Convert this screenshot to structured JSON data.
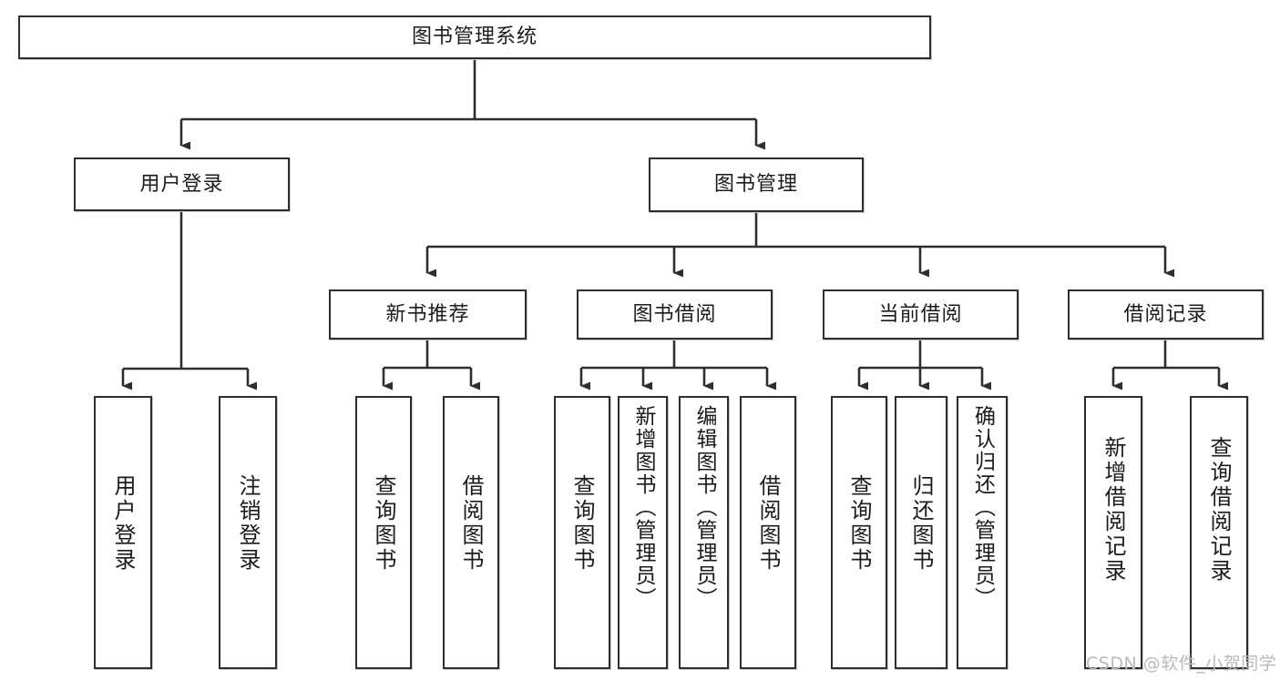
{
  "diagram": {
    "title": "图书管理系统",
    "type": "tree",
    "colors": {
      "box_border": "#2e2e2e",
      "box_fill": "#ffffff",
      "connector": "#2e2e2e",
      "text": "#1b1b1b",
      "watermark": "#b9b9b9"
    },
    "root": {
      "label": "图书管理系统"
    },
    "level2": [
      {
        "id": "user-login",
        "label": "用户登录"
      },
      {
        "id": "book-manage",
        "label": "图书管理"
      }
    ],
    "level3": [
      {
        "id": "new-book-recommend",
        "label": "新书推荐"
      },
      {
        "id": "book-borrow",
        "label": "图书借阅"
      },
      {
        "id": "current-borrow",
        "label": "当前借阅"
      },
      {
        "id": "borrow-record",
        "label": "借阅记录"
      }
    ],
    "leaves": [
      {
        "id": "leaf-user-login",
        "label": "用户登录",
        "parent": "user-login"
      },
      {
        "id": "leaf-logout-login",
        "label": "注销登录",
        "parent": "user-login"
      },
      {
        "id": "leaf-query-book-1",
        "label": "查询图书",
        "parent": "new-book-recommend"
      },
      {
        "id": "leaf-borrow-book-1",
        "label": "借阅图书",
        "parent": "new-book-recommend"
      },
      {
        "id": "leaf-query-book-2",
        "label": "查询图书",
        "parent": "book-borrow"
      },
      {
        "id": "leaf-add-book",
        "label": "新增图书（管理员）",
        "parent": "book-borrow"
      },
      {
        "id": "leaf-edit-book",
        "label": "编辑图书（管理员）",
        "parent": "book-borrow"
      },
      {
        "id": "leaf-borrow-book-2",
        "label": "借阅图书",
        "parent": "book-borrow"
      },
      {
        "id": "leaf-query-book-3",
        "label": "查询图书",
        "parent": "current-borrow"
      },
      {
        "id": "leaf-return-book",
        "label": "归还图书",
        "parent": "current-borrow"
      },
      {
        "id": "leaf-confirm-return",
        "label": "确认归还（管理员）",
        "parent": "current-borrow"
      },
      {
        "id": "leaf-add-record",
        "label": "新增借阅记录",
        "parent": "borrow-record"
      },
      {
        "id": "leaf-query-record",
        "label": "查询借阅记录",
        "parent": "borrow-record"
      }
    ],
    "watermark": "CSDN @软件_小贺同学"
  }
}
